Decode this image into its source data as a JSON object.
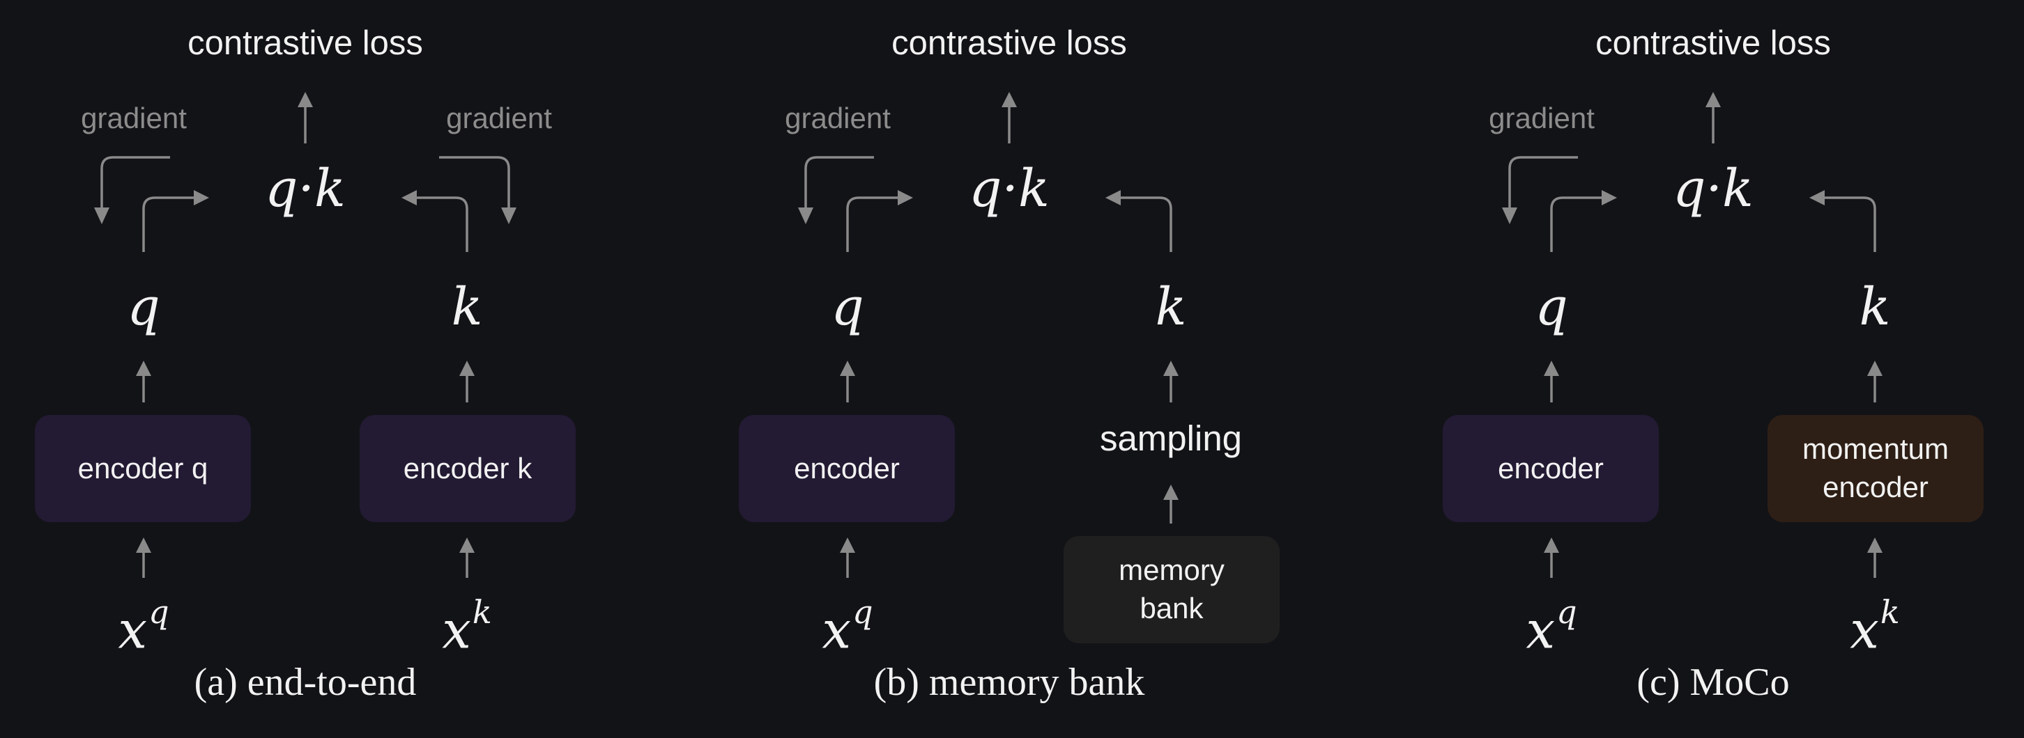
{
  "panels": {
    "a": {
      "title": "contrastive loss",
      "gradient_left": "gradient",
      "gradient_right": "gradient",
      "product": "q·k",
      "q": "q",
      "k": "k",
      "enc_left": "encoder q",
      "enc_right": "encoder k",
      "x_left": "x",
      "x_left_sup": "q",
      "x_right": "x",
      "x_right_sup": "k",
      "caption": "(a) end-to-end"
    },
    "b": {
      "title": "contrastive loss",
      "gradient_left": "gradient",
      "product": "q·k",
      "q": "q",
      "k": "k",
      "enc_left": "encoder",
      "sampling": "sampling",
      "memory_line1": "memory",
      "memory_line2": "bank",
      "x_left": "x",
      "x_left_sup": "q",
      "caption": "(b) memory bank"
    },
    "c": {
      "title": "contrastive loss",
      "gradient_left": "gradient",
      "product": "q·k",
      "q": "q",
      "k": "k",
      "enc_left": "encoder",
      "enc_right_line1": "momentum",
      "enc_right_line2": "encoder",
      "x_left": "x",
      "x_left_sup": "q",
      "x_right": "x",
      "x_right_sup": "k",
      "caption": "(c) MoCo"
    }
  }
}
